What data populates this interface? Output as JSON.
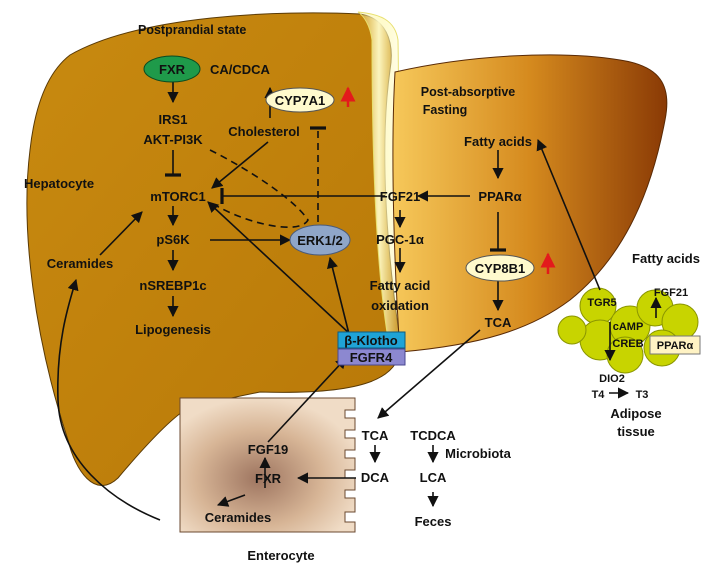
{
  "colors": {
    "liver_left": "#C8880E",
    "liver_right_dark": "#8A3A05",
    "liver_right_light": "#F2BF4E",
    "fxr_green": "#1F9A4A",
    "ellipse_pale": "#FFFACD",
    "erk_blue": "#8FA6C9",
    "klotho_cyan": "#1FA3D6",
    "fgfr4_purple": "#8C88D0",
    "adipocyte": "#C8D400",
    "enterocyte": "#E8C9A8",
    "red_arrow": "#E31A1C"
  },
  "labels": {
    "postprandial_state": "Postprandial state",
    "hepatocyte": "Hepatocyte",
    "fxr": "FXR",
    "ca_cdca": "CA/CDCA",
    "cyp7a1": "CYP7A1",
    "irs1": "IRS1",
    "akt_pi3k": "AKT-PI3K",
    "cholesterol": "Cholesterol",
    "mtorc1": "mTORC1",
    "ps6k": "pS6K",
    "ceramides_liver": "Ceramides",
    "nsrebp1c": "nSREBP1c",
    "lipogenesis": "Lipogenesis",
    "erk12": "ERK1/2",
    "beta_klotho": "β-Klotho",
    "fgfr4": "FGFR4",
    "post_absorptive": "Post-absorptive",
    "fasting": "Fasting",
    "fatty_acids_liver": "Fatty acids",
    "fgf21_liver": "FGF21",
    "ppara_liver": "PPARα",
    "pgc1a": "PGC-1α",
    "cyp8b1": "CYP8B1",
    "fatty_acid": "Fatty acid",
    "oxidation": "oxidation",
    "tca_liver": "TCA",
    "fatty_acids_adipose": "Fatty acids",
    "tgr5": "TGR5",
    "fgf21_adipose": "FGF21",
    "camp": "cAMP",
    "creb": "CREB",
    "ppara_adipose": "PPARα",
    "dio2": "DIO2",
    "t4": "T4",
    "t3": "T3",
    "adipose": "Adipose",
    "tissue": "tissue",
    "fgf19": "FGF19",
    "fxr_intestine": "FXR",
    "ceramides_intestine": "Ceramides",
    "enterocyte": "Enterocyte",
    "tca_intestine": "TCA",
    "tcdca": "TCDCA",
    "microbiota": "Microbiota",
    "dca": "DCA",
    "lca": "LCA",
    "feces": "Feces"
  }
}
